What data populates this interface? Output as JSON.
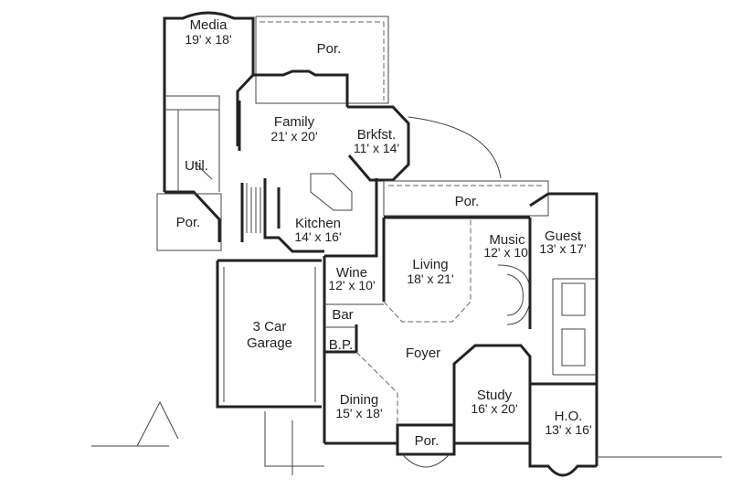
{
  "rooms": {
    "media": {
      "name": "Media",
      "size": "19' x 18'"
    },
    "porch_top": {
      "name": "Por."
    },
    "family": {
      "name": "Family",
      "size": "21' x 20'"
    },
    "breakfast": {
      "name": "Brkfst.",
      "size": "11' x 14'"
    },
    "utility": {
      "name": "Util."
    },
    "porch_left": {
      "name": "Por."
    },
    "kitchen": {
      "name": "Kitchen",
      "size": "14' x 16'"
    },
    "porch_middle": {
      "name": "Por."
    },
    "living": {
      "name": "Living",
      "size": "18' x 21'"
    },
    "music": {
      "name": "Music",
      "size": "12' x 10'"
    },
    "guest": {
      "name": "Guest",
      "size": "13' x 17'"
    },
    "wine": {
      "name": "Wine",
      "size": "12' x 10'"
    },
    "bar": {
      "name": "Bar"
    },
    "bp": {
      "name": "B.P."
    },
    "garage": {
      "name": "3 Car",
      "name2": "Garage"
    },
    "foyer": {
      "name": "Foyer"
    },
    "study": {
      "name": "Study",
      "size": "16' x 20'"
    },
    "dining": {
      "name": "Dining",
      "size": "15' x 18'"
    },
    "porch_front": {
      "name": "Por."
    },
    "home_office": {
      "name": "H.O.",
      "size": "13' x 16'"
    }
  }
}
